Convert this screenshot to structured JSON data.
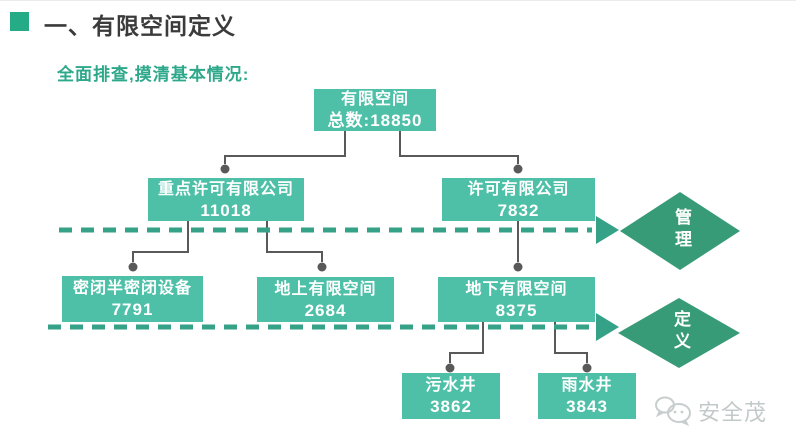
{
  "header": {
    "title": "一、有限空间定义",
    "subtitle": "全面排查,摸清基本情况:"
  },
  "tree": {
    "root": {
      "label": "有限空间",
      "value": "总数:18850"
    },
    "level2": [
      {
        "label": "重点许可有限公司",
        "value": "11018"
      },
      {
        "label": "许可有限公司",
        "value": "7832"
      }
    ],
    "level3": [
      {
        "label": "密闭半密闭设备",
        "value": "7791"
      },
      {
        "label": "地上有限空间",
        "value": "2684"
      },
      {
        "label": "地下有限空间",
        "value": "8375"
      }
    ],
    "level4": [
      {
        "label": "污水井",
        "value": "3862"
      },
      {
        "label": "雨水井",
        "value": "3843"
      }
    ]
  },
  "diamonds": [
    {
      "label": "管理"
    },
    {
      "label": "定义"
    }
  ],
  "watermark": {
    "text": "安全茂"
  },
  "colors": {
    "node_box": "#4fc0a8",
    "diamond": "#379b78",
    "dashed_line": "#35a187",
    "connector": "#595959",
    "title_square": "#25ab85",
    "subtitle_text": "#2ea88b",
    "title_text": "#3b3b3b",
    "watermark_text": "#c3c9c9"
  }
}
